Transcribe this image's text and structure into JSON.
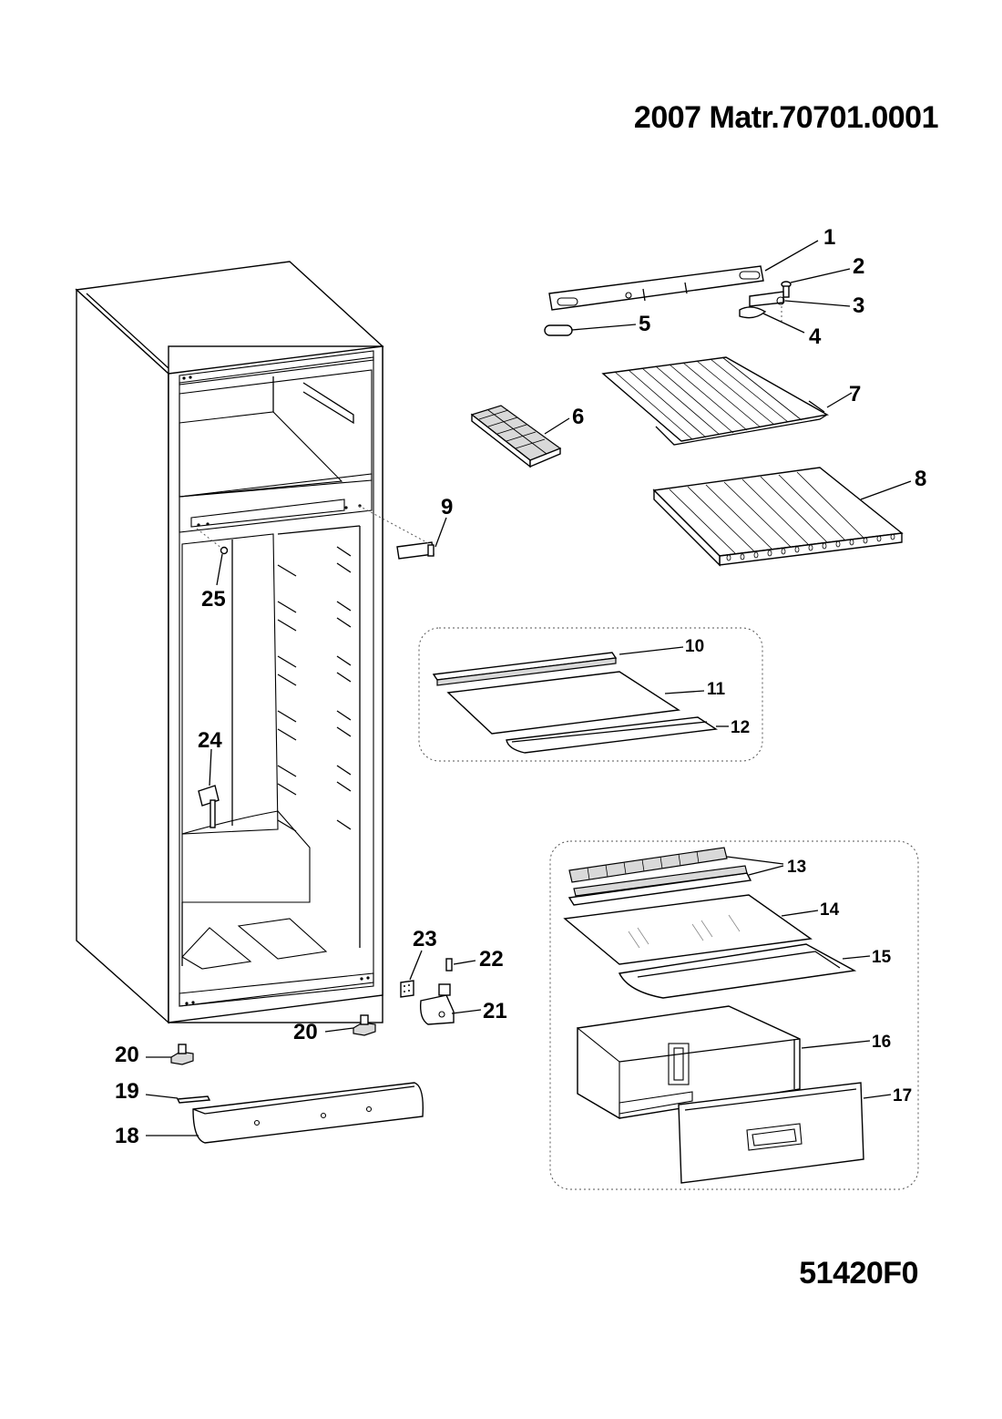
{
  "header": {
    "title": "2007 Matr.70701.0001",
    "code": "51420F0"
  },
  "callouts": {
    "c1": "1",
    "c2": "2",
    "c3": "3",
    "c4": "4",
    "c5": "5",
    "c6": "6",
    "c7": "7",
    "c8": "8",
    "c9": "9",
    "c10": "10",
    "c11": "11",
    "c12": "12",
    "c13": "13",
    "c14": "14",
    "c15": "15",
    "c16": "16",
    "c17": "17",
    "c18": "18",
    "c19": "19",
    "c20a": "20",
    "c20b": "20",
    "c21": "21",
    "c22": "22",
    "c23": "23",
    "c24": "24",
    "c25": "25"
  }
}
